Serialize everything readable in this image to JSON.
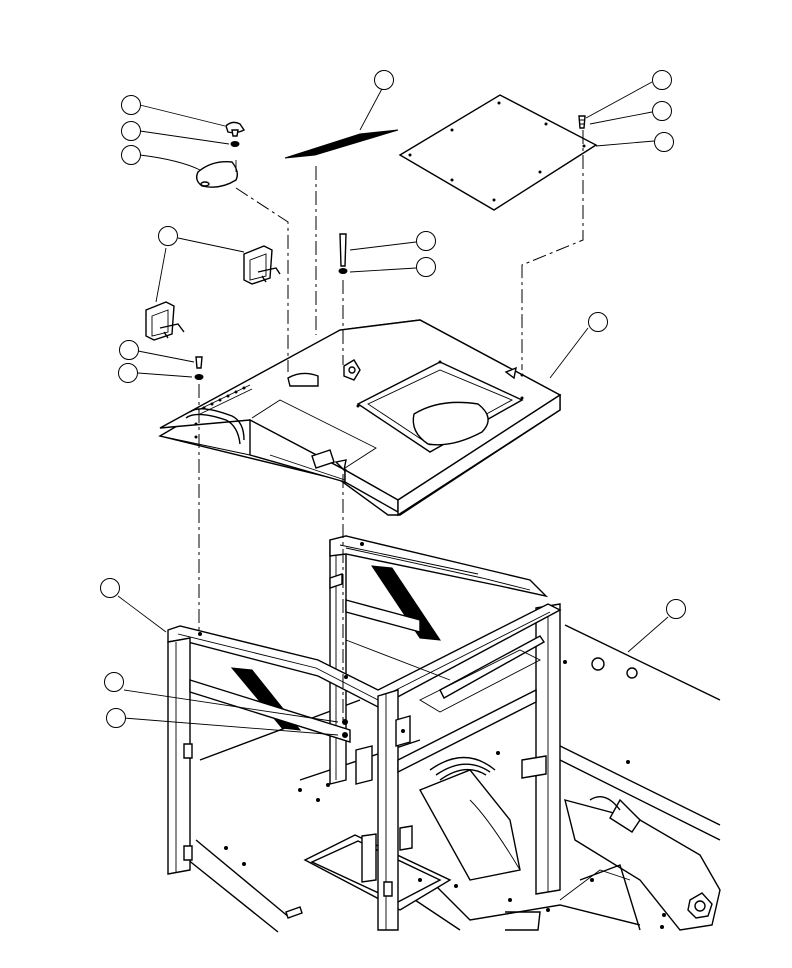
{
  "diagram": {
    "background": "#ffffff",
    "line_color": "#000000",
    "callouts": [
      {
        "id": "callout-1",
        "label": ""
      },
      {
        "id": "callout-2",
        "label": ""
      },
      {
        "id": "callout-3",
        "label": ""
      },
      {
        "id": "callout-4",
        "label": ""
      },
      {
        "id": "callout-5",
        "label": ""
      },
      {
        "id": "callout-6",
        "label": ""
      },
      {
        "id": "callout-7",
        "label": ""
      },
      {
        "id": "callout-8",
        "label": ""
      },
      {
        "id": "callout-9",
        "label": ""
      },
      {
        "id": "callout-10",
        "label": ""
      },
      {
        "id": "callout-11",
        "label": ""
      },
      {
        "id": "callout-12",
        "label": ""
      },
      {
        "id": "callout-13",
        "label": ""
      },
      {
        "id": "callout-14",
        "label": ""
      },
      {
        "id": "callout-15",
        "label": ""
      },
      {
        "id": "callout-16",
        "label": ""
      },
      {
        "id": "callout-17",
        "label": ""
      },
      {
        "id": "callout-18",
        "label": ""
      },
      {
        "id": "callout-19",
        "label": ""
      }
    ],
    "parts": [
      "knob",
      "washer",
      "cover-plate",
      "decal",
      "top-plate",
      "screw",
      "bolt",
      "lock-washer",
      "latch",
      "seat-pan",
      "frame",
      "chassis"
    ]
  }
}
